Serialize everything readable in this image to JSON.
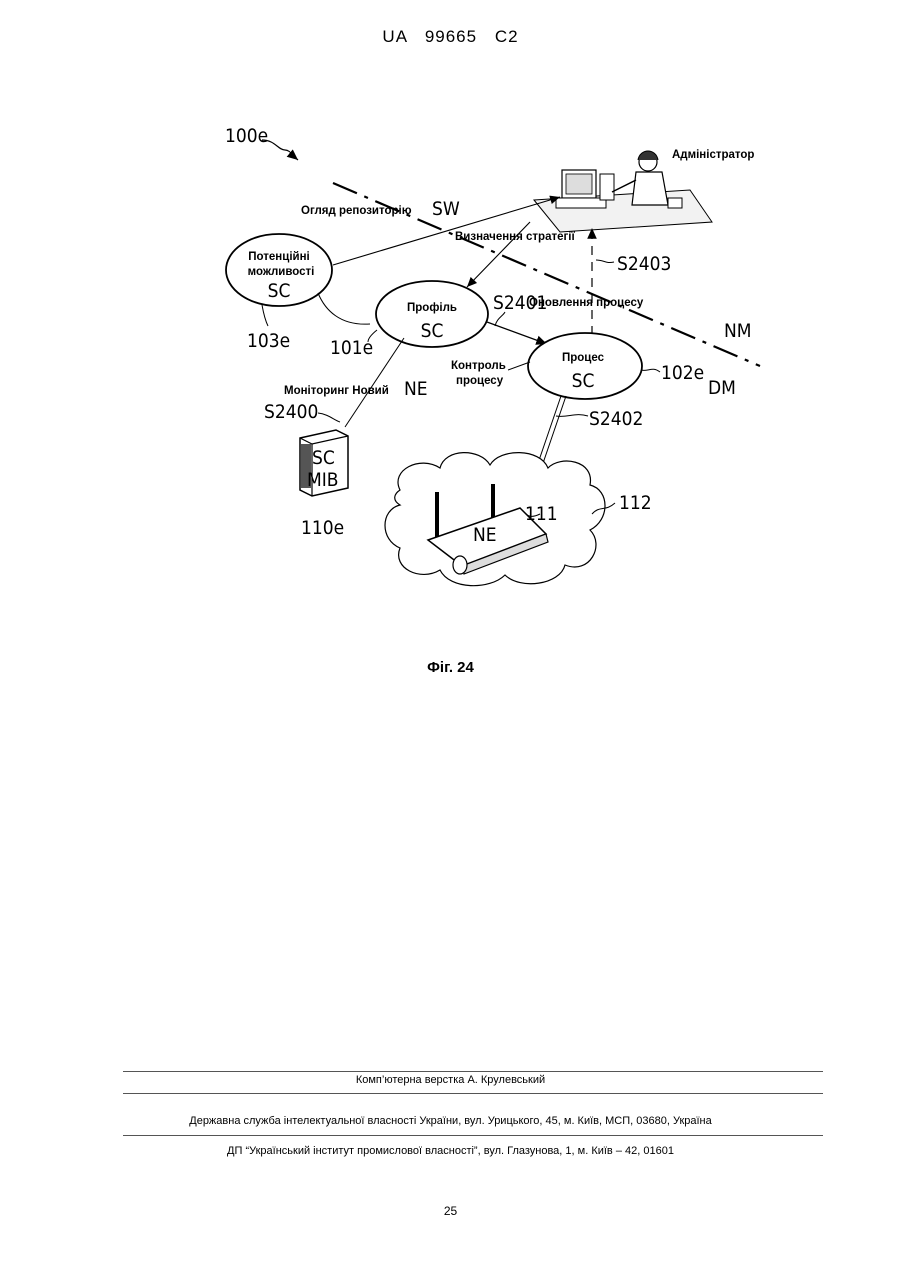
{
  "header": "UA 99665 C2",
  "diagram": {
    "ref_main": "100e",
    "admin_label": "Адміністратор",
    "repo_review": "Огляд репозиторію",
    "sw": "SW",
    "strategy": "Визначення стратегії",
    "s2403": "S2403",
    "capabilities_line1": "Потенційні",
    "capabilities_line2": "можливості",
    "capabilities_sc": "SC",
    "ref_103e": "103e",
    "profile_label": "Профіль",
    "profile_sc": "SC",
    "ref_101e": "101e",
    "s2401": "S2401",
    "process_update": "Оновлення процесу",
    "nm": "NM",
    "dm": "DM",
    "process_label": "Процес",
    "process_sc": "SC",
    "ref_102e": "102e",
    "control_line1": "Контроль",
    "control_line2": "процесу",
    "monitoring": "Моніторинг Новий",
    "monitoring_ne": "NE",
    "s2400": "S2400",
    "mib_sc": "SC",
    "mib_mib": "MIB",
    "ref_110e": "110e",
    "s2402": "S2402",
    "ne": "NE",
    "ref_111": "111",
    "ref_112": "112"
  },
  "figure_caption": "Фіг. 24",
  "footer": {
    "layout": "Комп’ютерна верстка А. Крулевський",
    "agency": "Державна служба інтелектуальної власності України, вул. Урицького, 45, м. Київ, МСП, 03680, Україна",
    "institute": "ДП “Український інститут промислової власності”, вул. Глазунова, 1, м. Київ – 42, 01601"
  },
  "page_number": "25"
}
